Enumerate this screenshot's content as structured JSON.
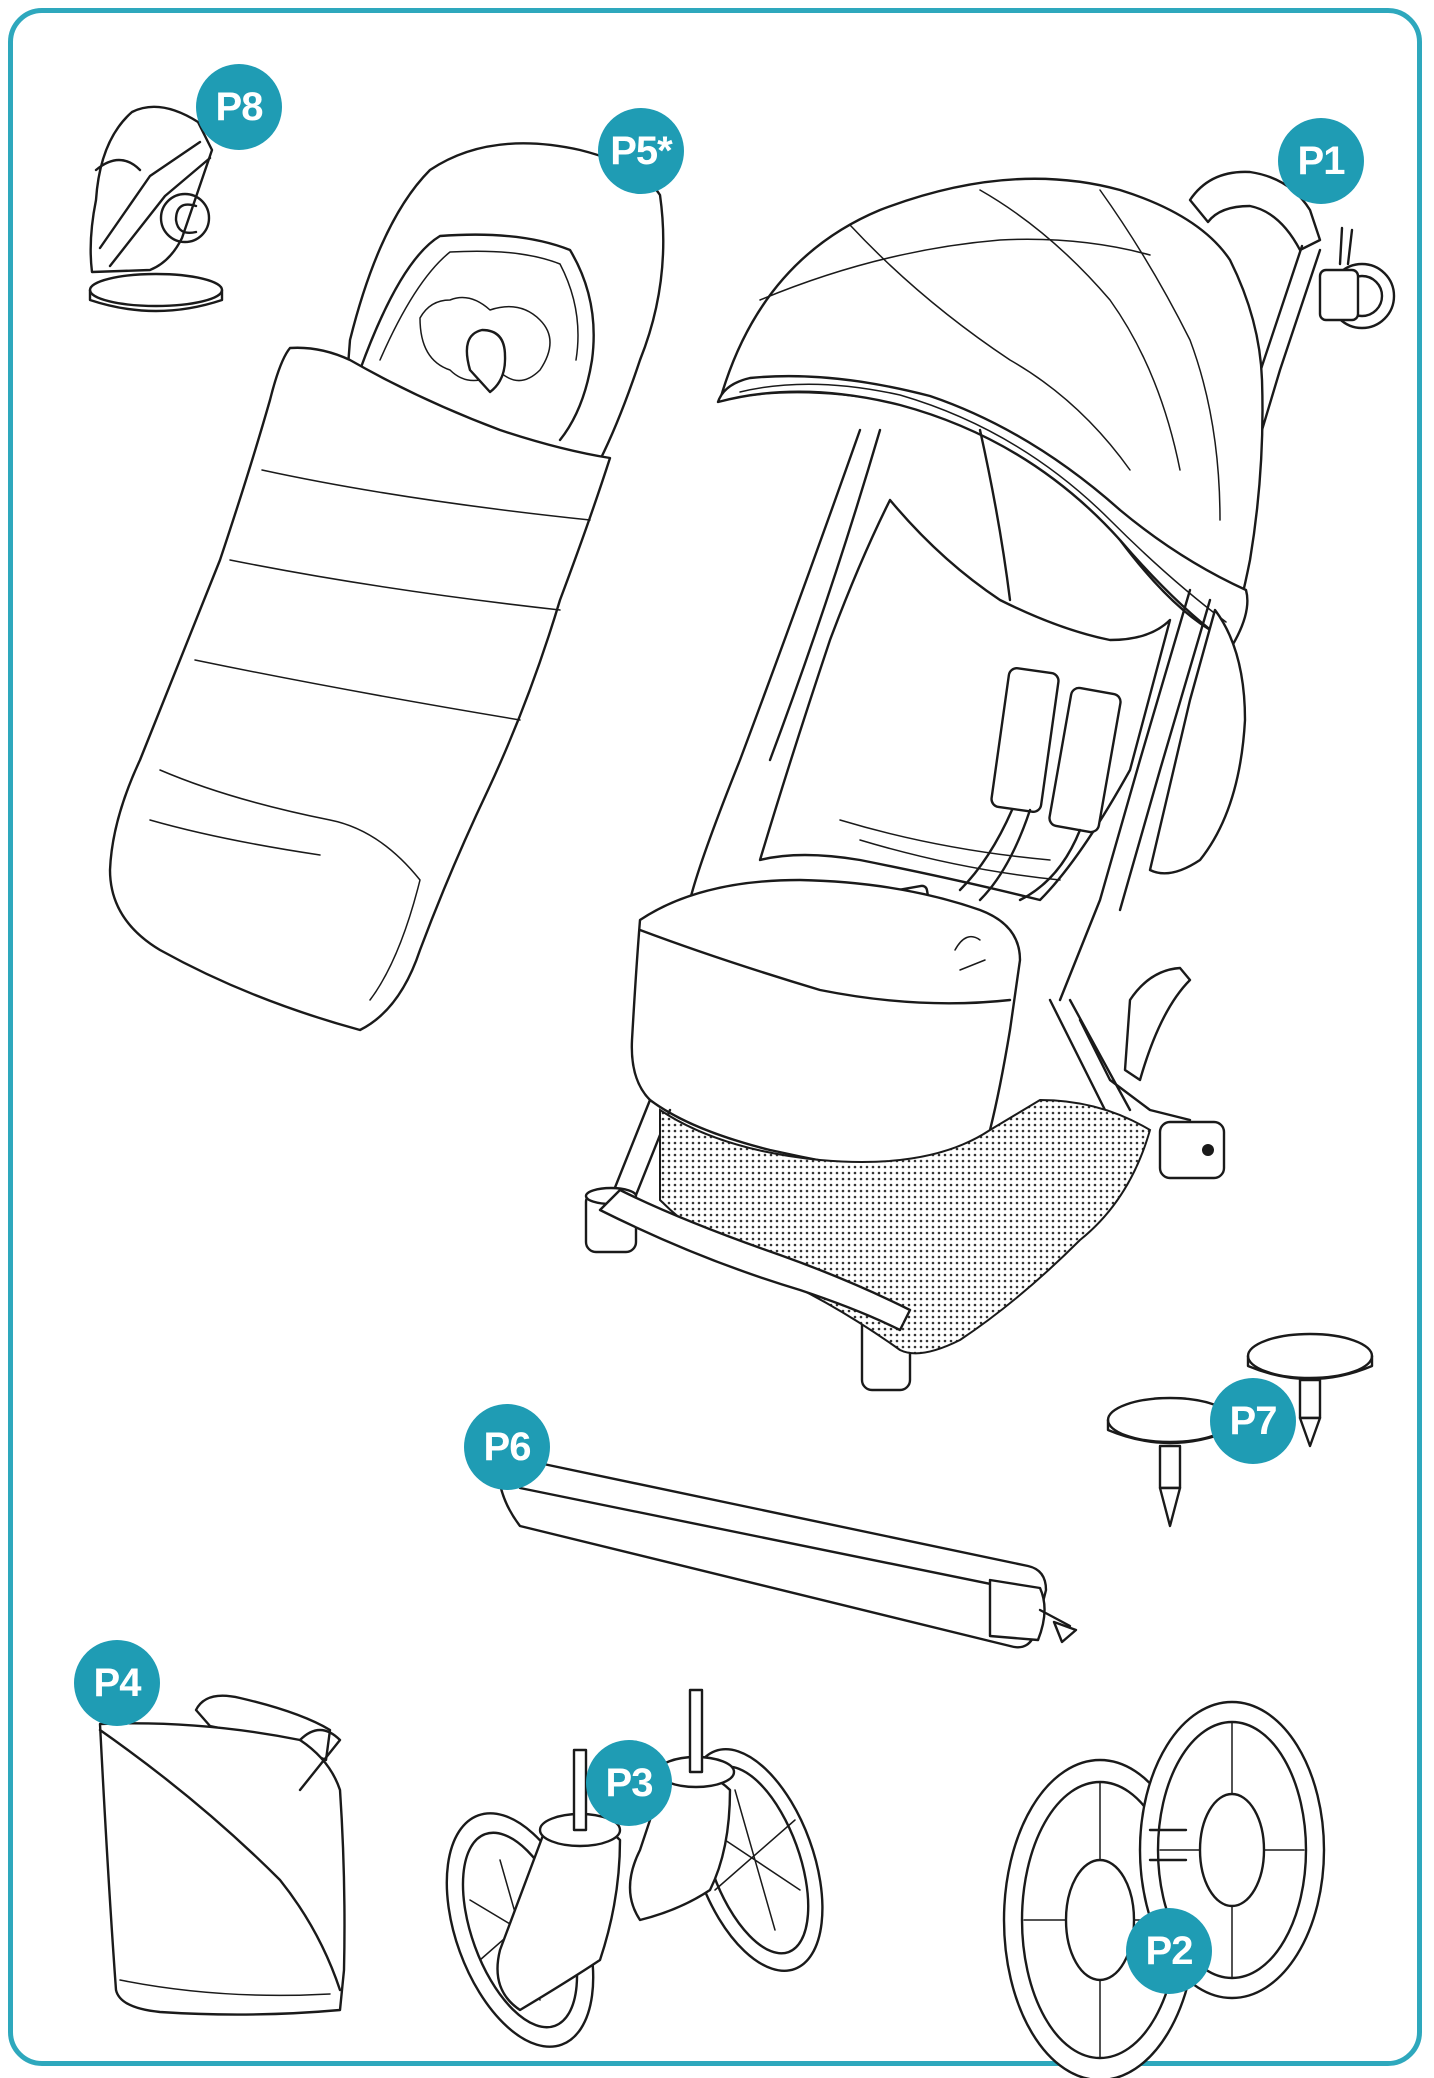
{
  "colors": {
    "frame": "#2ea8bd",
    "badge": "#1f9cb4",
    "badge_text": "#ffffff",
    "line": "#1a1a1a"
  },
  "labels": {
    "p1": "P1",
    "p2": "P2",
    "p3": "P3",
    "p4": "P4",
    "p5": "P5*",
    "p6": "P6",
    "p7": "P7",
    "p8": "P8"
  }
}
